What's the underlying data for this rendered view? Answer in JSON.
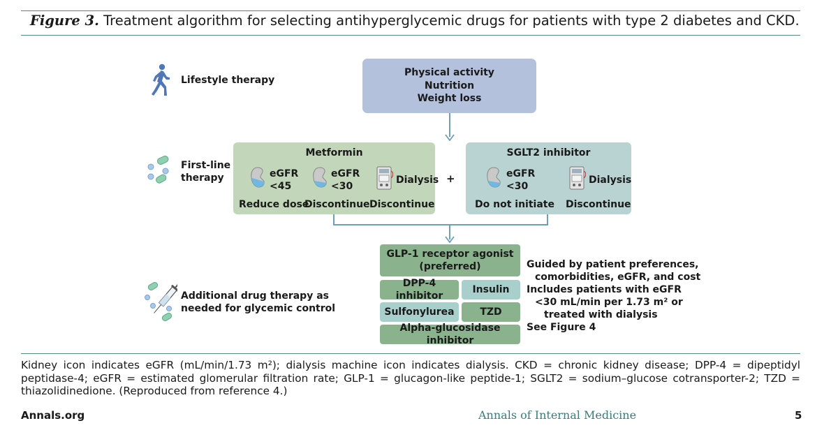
{
  "figure": {
    "label": "Figure 3.",
    "caption": "Treatment algorithm for selecting antihyperglycemic drugs for patients with type 2 diabetes and CKD."
  },
  "rows": {
    "lifestyle": {
      "label": "Lifestyle therapy"
    },
    "first_line": {
      "label_line1": "First-line",
      "label_line2": "therapy"
    },
    "additional": {
      "label_line1": "Additional drug therapy as",
      "label_line2": "needed for glycemic control"
    }
  },
  "lifestyle_box": {
    "line1": "Physical activity",
    "line2": "Nutrition",
    "line3": "Weight loss"
  },
  "metformin": {
    "title": "Metformin",
    "items": [
      {
        "icon": "kidney-icon",
        "l1": "eGFR",
        "l2": "<45",
        "action": "Reduce dose"
      },
      {
        "icon": "kidney-icon",
        "l1": "eGFR",
        "l2": "<30",
        "action": "Discontinue"
      },
      {
        "icon": "dialysis-machine-icon",
        "l1": "Dialysis",
        "action": "Discontinue"
      }
    ]
  },
  "plus": "+",
  "sglt2": {
    "title": "SGLT2 inhibitor",
    "items": [
      {
        "icon": "kidney-icon",
        "l1": "eGFR",
        "l2": "<30",
        "action": "Do not initiate"
      },
      {
        "icon": "dialysis-machine-icon",
        "l1": "Dialysis",
        "action": "Discontinue"
      }
    ]
  },
  "additional_drugs": {
    "glp1_line1": "GLP-1 receptor agonist",
    "glp1_line2": "(preferred)",
    "dpp4": "DPP-4 inhibitor",
    "insulin": "Insulin",
    "sulfonylurea": "Sulfonylurea",
    "tzd": "TZD",
    "alpha": "Alpha-glucosidase inhibitor"
  },
  "guidance": {
    "line1": "Guided by patient preferences,",
    "line2": "comorbidities, eGFR, and cost",
    "line3": "Includes patients with eGFR",
    "line4": "<30 mL/min per 1.73 m² or",
    "line5": "treated with dialysis",
    "line6": "See Figure 4"
  },
  "footnote": "Kidney icon indicates eGFR (mL/min/1.73 m²); dialysis machine icon indicates dialysis. CKD = chronic kidney disease; DPP-4 = dipeptidyl peptidase-4; eGFR = estimated glomerular filtration rate; GLP-1 = glucagon-like peptide-1; SGLT2 = sodium–glucose cotransporter-2; TZD = thiazolidinedione. (Reproduced from reference 4.)",
  "footer": {
    "left": "Annals.org",
    "center": "Annals of Internal Medicine",
    "page": "5"
  },
  "colors": {
    "rule": "#4d8b8b",
    "lifestyle_box": "#b3c1dd",
    "metformin_box": "#c2d7b9",
    "sglt2_box": "#b8d3d2",
    "drug_green": "#8ab38d",
    "drug_teal": "#a9cfcd",
    "connector": "#6f9fb0"
  }
}
